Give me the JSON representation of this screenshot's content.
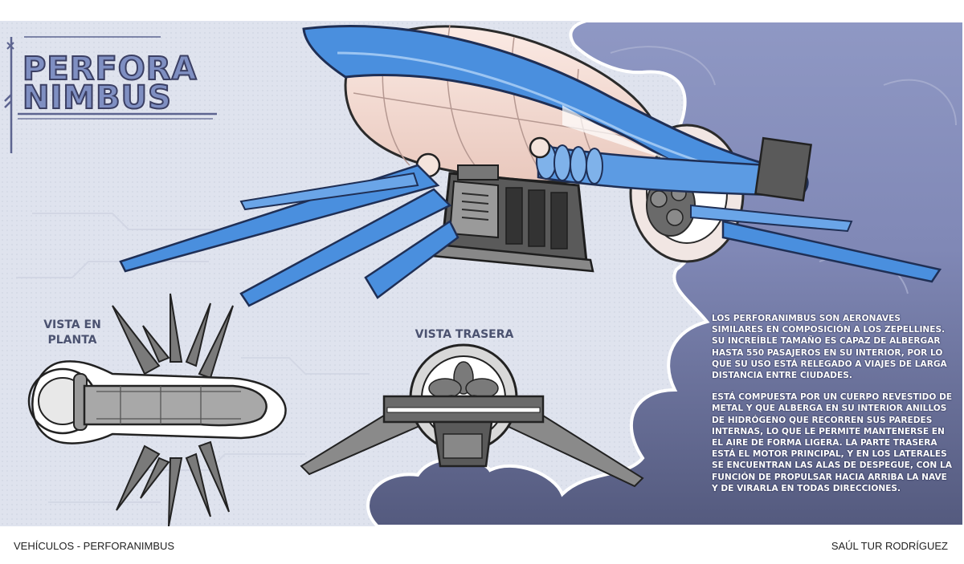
{
  "title": {
    "line1": "PERFORA",
    "line2": "NIMBUS"
  },
  "views": {
    "plan_label": "VISTA EN PLANTA",
    "rear_label": "VISTA TRASERA"
  },
  "description": {
    "paragraph1": "LOS PERFORANIMBUS SON AERONAVES SIMILARES EN COMPOSICIÓN A LOS ZEPELLINES. SU INCREÍBLE TAMAÑO ES CAPAZ DE ALBERGAR HASTA 550 PASAJEROS EN SU INTERIOR, POR LO QUE SU USO ESTÁ RELEGADO A VIAJES DE LARGA DISTANCIA ENTRE CIUDADES.",
    "paragraph2": "ESTÁ COMPUESTA POR UN CUERPO REVESTIDO DE METAL Y QUE ALBERGA EN SU INTERIOR ANILLOS DE HIDRÓGENO QUE RECORREN SUS PAREDES INTERNAS, LO QUE LE PERMITE MANTENERSE EN EL AIRE DE FORMA LIGERA. LA PARTE TRASERA ESTÁ EL MOTOR PRINCIPAL, Y EN LOS LATERALES SE ENCUENTRAN LAS ALAS DE DESPEGUE, CON LA FUNCIÓN DE PROPULSAR HACIA ARRIBA LA NAVE Y DE VIRARLA EN TODAS DIRECCIONES."
  },
  "footer": {
    "left": "VEHÍCULOS - PERFORANIMBUS",
    "right": "SAÚL TUR RODRÍGUEZ"
  },
  "colors": {
    "sky": "#dfe3ee",
    "cloud": "#8a93be",
    "cloud_dark": "#5b6186",
    "wing_blue": "#4a8fde",
    "hull": "#f4dcd3",
    "metal": "#555555"
  }
}
